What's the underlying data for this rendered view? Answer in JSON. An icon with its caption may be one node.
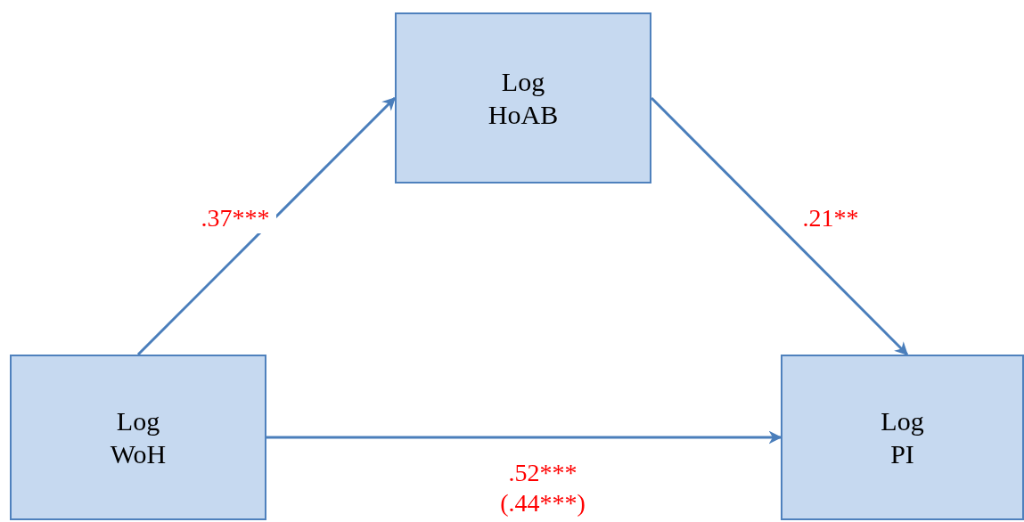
{
  "diagram": {
    "nodes": [
      {
        "text": [
          "Log HoAB"
        ]
      },
      {
        "text": [
          "Log WoH"
        ]
      },
      {
        "text": [
          "Log PI"
        ]
      }
    ],
    "edges": [
      {
        "from": 1,
        "to": 0,
        "arrow": "to",
        "label": ".37***"
      },
      {
        "from": 0,
        "to": 2,
        "arrow": "to",
        "label": ".21**"
      },
      {
        "from": 1,
        "to": 2,
        "arrow": "to",
        "label": ".52*** (.44***)"
      }
    ]
  }
}
